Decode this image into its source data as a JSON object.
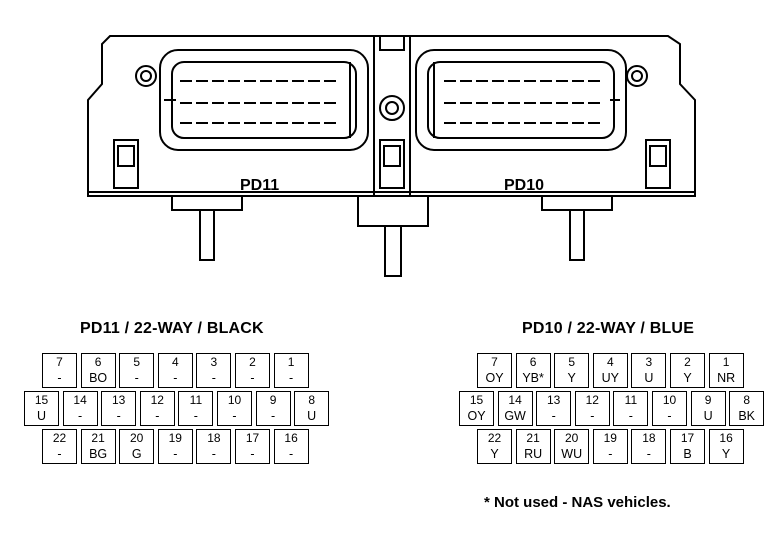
{
  "ecu": {
    "pd11_label": "PD11",
    "pd10_label": "PD10"
  },
  "connectors": [
    {
      "id": "pd11",
      "title": "PD11 / 22-WAY / BLACK",
      "rows": [
        [
          {
            "num": "7",
            "wire": "-"
          },
          {
            "num": "6",
            "wire": "BO"
          },
          {
            "num": "5",
            "wire": "-"
          },
          {
            "num": "4",
            "wire": "-"
          },
          {
            "num": "3",
            "wire": "-"
          },
          {
            "num": "2",
            "wire": "-"
          },
          {
            "num": "1",
            "wire": "-"
          }
        ],
        [
          {
            "num": "15",
            "wire": "U"
          },
          {
            "num": "14",
            "wire": "-"
          },
          {
            "num": "13",
            "wire": "-"
          },
          {
            "num": "12",
            "wire": "-"
          },
          {
            "num": "11",
            "wire": "-"
          },
          {
            "num": "10",
            "wire": "-"
          },
          {
            "num": "9",
            "wire": "-"
          },
          {
            "num": "8",
            "wire": "U"
          }
        ],
        [
          {
            "num": "22",
            "wire": "-"
          },
          {
            "num": "21",
            "wire": "BG"
          },
          {
            "num": "20",
            "wire": "G"
          },
          {
            "num": "19",
            "wire": "-"
          },
          {
            "num": "18",
            "wire": "-"
          },
          {
            "num": "17",
            "wire": "-"
          },
          {
            "num": "16",
            "wire": "-"
          }
        ]
      ]
    },
    {
      "id": "pd10",
      "title": "PD10 / 22-WAY / BLUE",
      "rows": [
        [
          {
            "num": "7",
            "wire": "OY"
          },
          {
            "num": "6",
            "wire": "YB*"
          },
          {
            "num": "5",
            "wire": "Y"
          },
          {
            "num": "4",
            "wire": "UY"
          },
          {
            "num": "3",
            "wire": "U"
          },
          {
            "num": "2",
            "wire": "Y"
          },
          {
            "num": "1",
            "wire": "NR"
          }
        ],
        [
          {
            "num": "15",
            "wire": "OY"
          },
          {
            "num": "14",
            "wire": "GW"
          },
          {
            "num": "13",
            "wire": "-"
          },
          {
            "num": "12",
            "wire": "-"
          },
          {
            "num": "11",
            "wire": "-"
          },
          {
            "num": "10",
            "wire": "-"
          },
          {
            "num": "9",
            "wire": "U"
          },
          {
            "num": "8",
            "wire": "BK"
          }
        ],
        [
          {
            "num": "22",
            "wire": "Y"
          },
          {
            "num": "21",
            "wire": "RU"
          },
          {
            "num": "20",
            "wire": "WU"
          },
          {
            "num": "19",
            "wire": "-"
          },
          {
            "num": "18",
            "wire": "-"
          },
          {
            "num": "17",
            "wire": "B"
          },
          {
            "num": "16",
            "wire": "Y"
          }
        ]
      ]
    }
  ],
  "footnote": "* Not used - NAS vehicles."
}
